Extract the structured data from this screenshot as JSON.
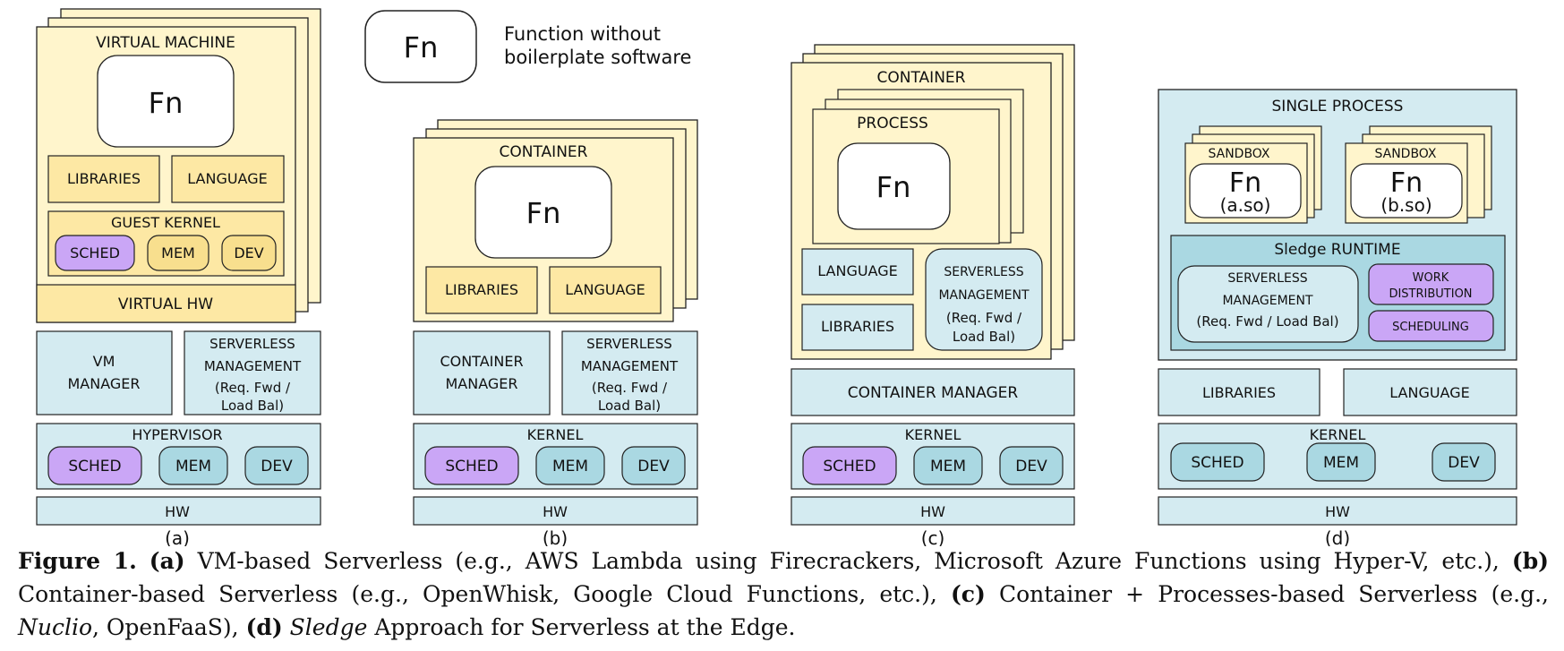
{
  "legend": {
    "fn": "Fn",
    "line1": "Function without",
    "line2": "boilerplate software"
  },
  "panel_a": {
    "vm": "VIRTUAL MACHINE",
    "fn": "Fn",
    "libraries": "LIBRARIES",
    "language": "LANGUAGE",
    "guest_kernel": "GUEST KERNEL",
    "sched": "SCHED",
    "mem": "MEM",
    "dev": "DEV",
    "virtual_hw": "VIRTUAL HW",
    "vm_manager": [
      "VM",
      "MANAGER"
    ],
    "serverless": [
      "SERVERLESS",
      "MANAGEMENT",
      "(Req. Fwd /",
      "Load Bal)"
    ],
    "hypervisor": "HYPERVISOR",
    "h_sched": "SCHED",
    "h_mem": "MEM",
    "h_dev": "DEV",
    "hw": "HW",
    "label": "(a)"
  },
  "panel_b": {
    "container": "CONTAINER",
    "fn": "Fn",
    "libraries": "LIBRARIES",
    "language": "LANGUAGE",
    "container_manager": [
      "CONTAINER",
      "MANAGER"
    ],
    "serverless": [
      "SERVERLESS",
      "MANAGEMENT",
      "(Req. Fwd /",
      "Load Bal)"
    ],
    "kernel": "KERNEL",
    "sched": "SCHED",
    "mem": "MEM",
    "dev": "DEV",
    "hw": "HW",
    "label": "(b)"
  },
  "panel_c": {
    "container": "CONTAINER",
    "process": "PROCESS",
    "fn": "Fn",
    "language": "LANGUAGE",
    "libraries": "LIBRARIES",
    "serverless": [
      "SERVERLESS",
      "MANAGEMENT",
      "(Req. Fwd /",
      "Load Bal)"
    ],
    "container_manager": "CONTAINER MANAGER",
    "kernel": "KERNEL",
    "sched": "SCHED",
    "mem": "MEM",
    "dev": "DEV",
    "hw": "HW",
    "label": "(c)"
  },
  "panel_d": {
    "single_process": "SINGLE PROCESS",
    "sandbox_a": "SANDBOX",
    "fn_a": "Fn",
    "so_a": "(a.so)",
    "sandbox_b": "SANDBOX",
    "fn_b": "Fn",
    "so_b": "(b.so)",
    "runtime": "Sledge RUNTIME",
    "serverless": [
      "SERVERLESS",
      "MANAGEMENT",
      "(Req. Fwd / Load Bal)"
    ],
    "work_distribution": [
      "WORK",
      "DISTRIBUTION"
    ],
    "scheduling": "SCHEDULING",
    "libraries": "LIBRARIES",
    "language": "LANGUAGE",
    "kernel": "KERNEL",
    "sched": "SCHED",
    "mem": "MEM",
    "dev": "DEV",
    "hw": "HW",
    "label": "(d)"
  },
  "caption": {
    "fig": "Figure 1.",
    "a_label": "(a)",
    "a_text": " VM-based Serverless (e.g., AWS Lambda using Firecrackers, Microsoft Azure Functions using Hyper-V, etc.), ",
    "b_label": "(b)",
    "b_text": " Container-based Serverless (e.g., OpenWhisk, Google Cloud Functions, etc.), ",
    "c_label": "(c)",
    "c_text1": " Container + Processes-based Serverless (e.g., ",
    "c_italic": "Nuclio",
    "c_text2": ", OpenFaaS), ",
    "d_label": "(d)",
    "d_italic": "Sledge",
    "d_text": " Approach for Serverless at the Edge."
  },
  "colors": {
    "yellow_fill": "#fff5cc",
    "yellow_dark": "#fde8a4",
    "blue_fill": "#d4ebf1",
    "blue_dark": "#aad8e2",
    "purple": "#caa6f6",
    "gold": "#f8df8e",
    "white": "#ffffff"
  }
}
